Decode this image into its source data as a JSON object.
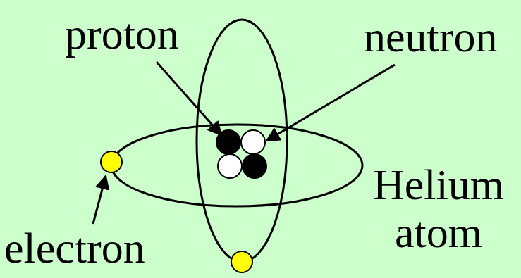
{
  "diagram": {
    "labels": [
      "proton",
      "neutron",
      "electron",
      "Helium atom"
    ]
  }
}
